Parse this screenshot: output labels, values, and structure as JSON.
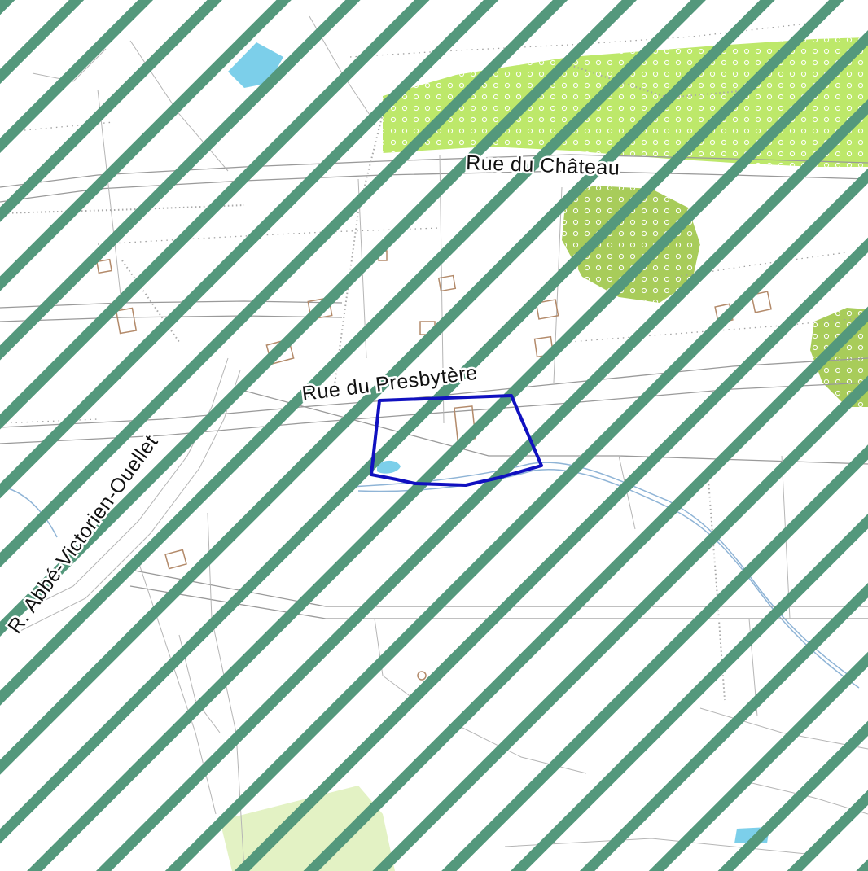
{
  "map": {
    "street_labels": [
      "Rue du Château",
      "Rue du Presbytère",
      "R. Abbé-Victorien-Ouellet"
    ],
    "colors": {
      "hatch": "#54987c",
      "parcel_outline": "#1010c0",
      "vegetation_light": "#bde86a",
      "vegetation_dark": "#a8cc5a",
      "field": "#e3f2c4",
      "water": "#7ccfea",
      "building_outline": "#b38a6a",
      "road_outline": "#9a9a9a"
    },
    "overlay": "diagonal-hatch",
    "selection": "parcel-polygon"
  }
}
